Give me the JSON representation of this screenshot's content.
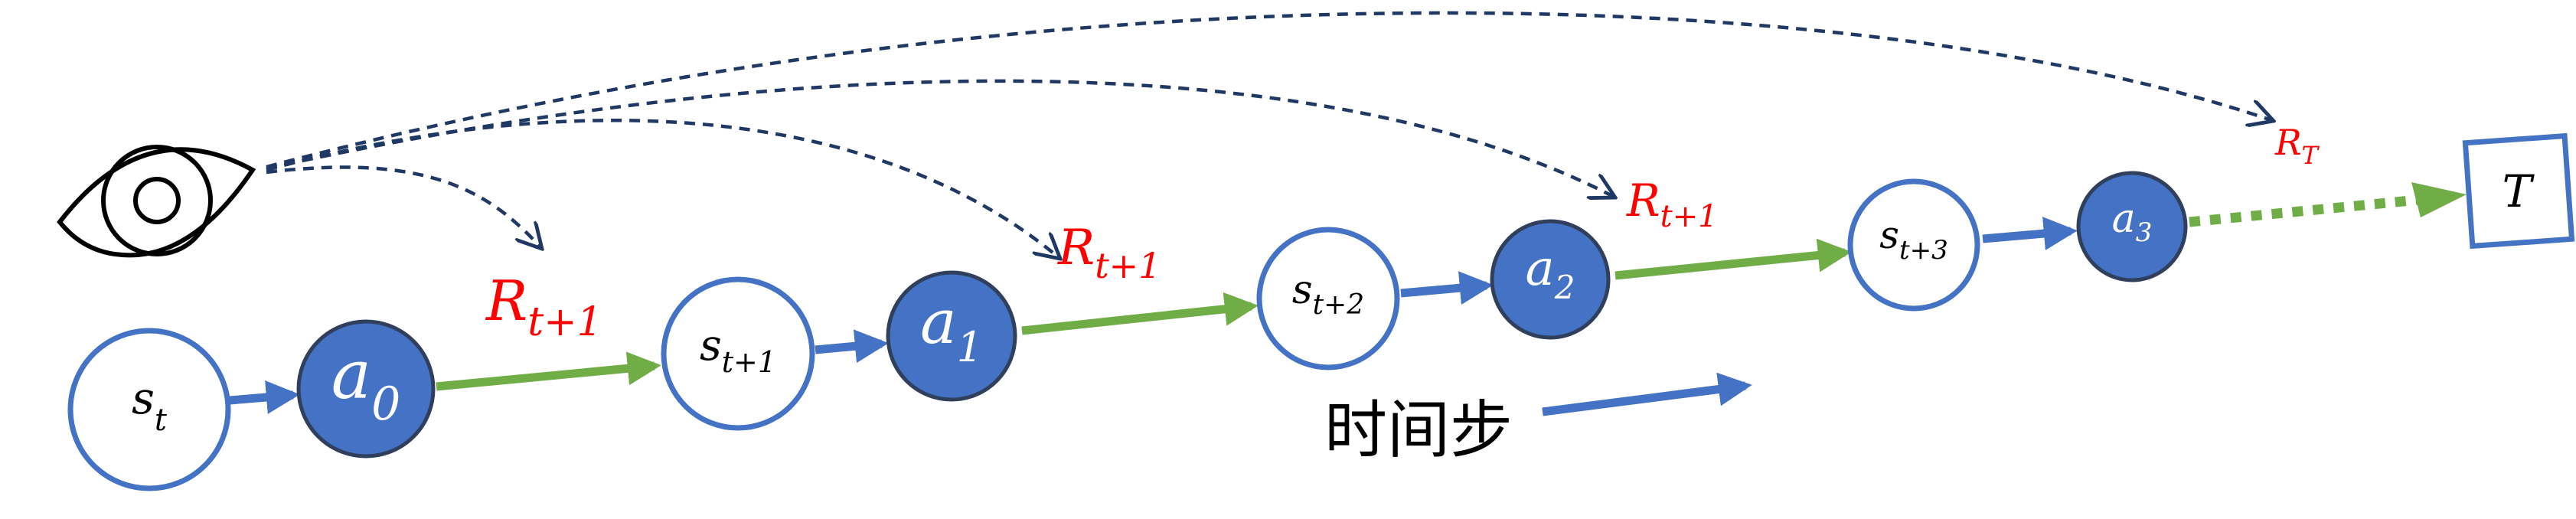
{
  "nodes": {
    "s0": {
      "main": "s",
      "sub": "t"
    },
    "a0": {
      "main": "a",
      "sub": "0"
    },
    "s1": {
      "main": "s",
      "sub": "t+1"
    },
    "a1": {
      "main": "a",
      "sub": "1"
    },
    "s2": {
      "main": "s",
      "sub": "t+2"
    },
    "a2": {
      "main": "a",
      "sub": "2"
    },
    "s3": {
      "main": "s",
      "sub": "t+3"
    },
    "a3": {
      "main": "a",
      "sub": "3"
    },
    "terminal": {
      "main": "T"
    }
  },
  "rewards": {
    "r1": {
      "main": "R",
      "sub": "t+1"
    },
    "r2": {
      "main": "R",
      "sub": "t+1"
    },
    "r3": {
      "main": "R",
      "sub": "t+1"
    },
    "r4": {
      "main": "R",
      "sub": "T"
    }
  },
  "timestep_label": "时间步",
  "icons": {
    "observer": "eye-icon"
  },
  "colors": {
    "state_border": "#4472c4",
    "action_fill": "#4472c4",
    "transition_arrow": "#70ad47",
    "action_arrow": "#4472c4",
    "reward_text": "#ff0000",
    "dashed_arc": "#1f3864"
  }
}
